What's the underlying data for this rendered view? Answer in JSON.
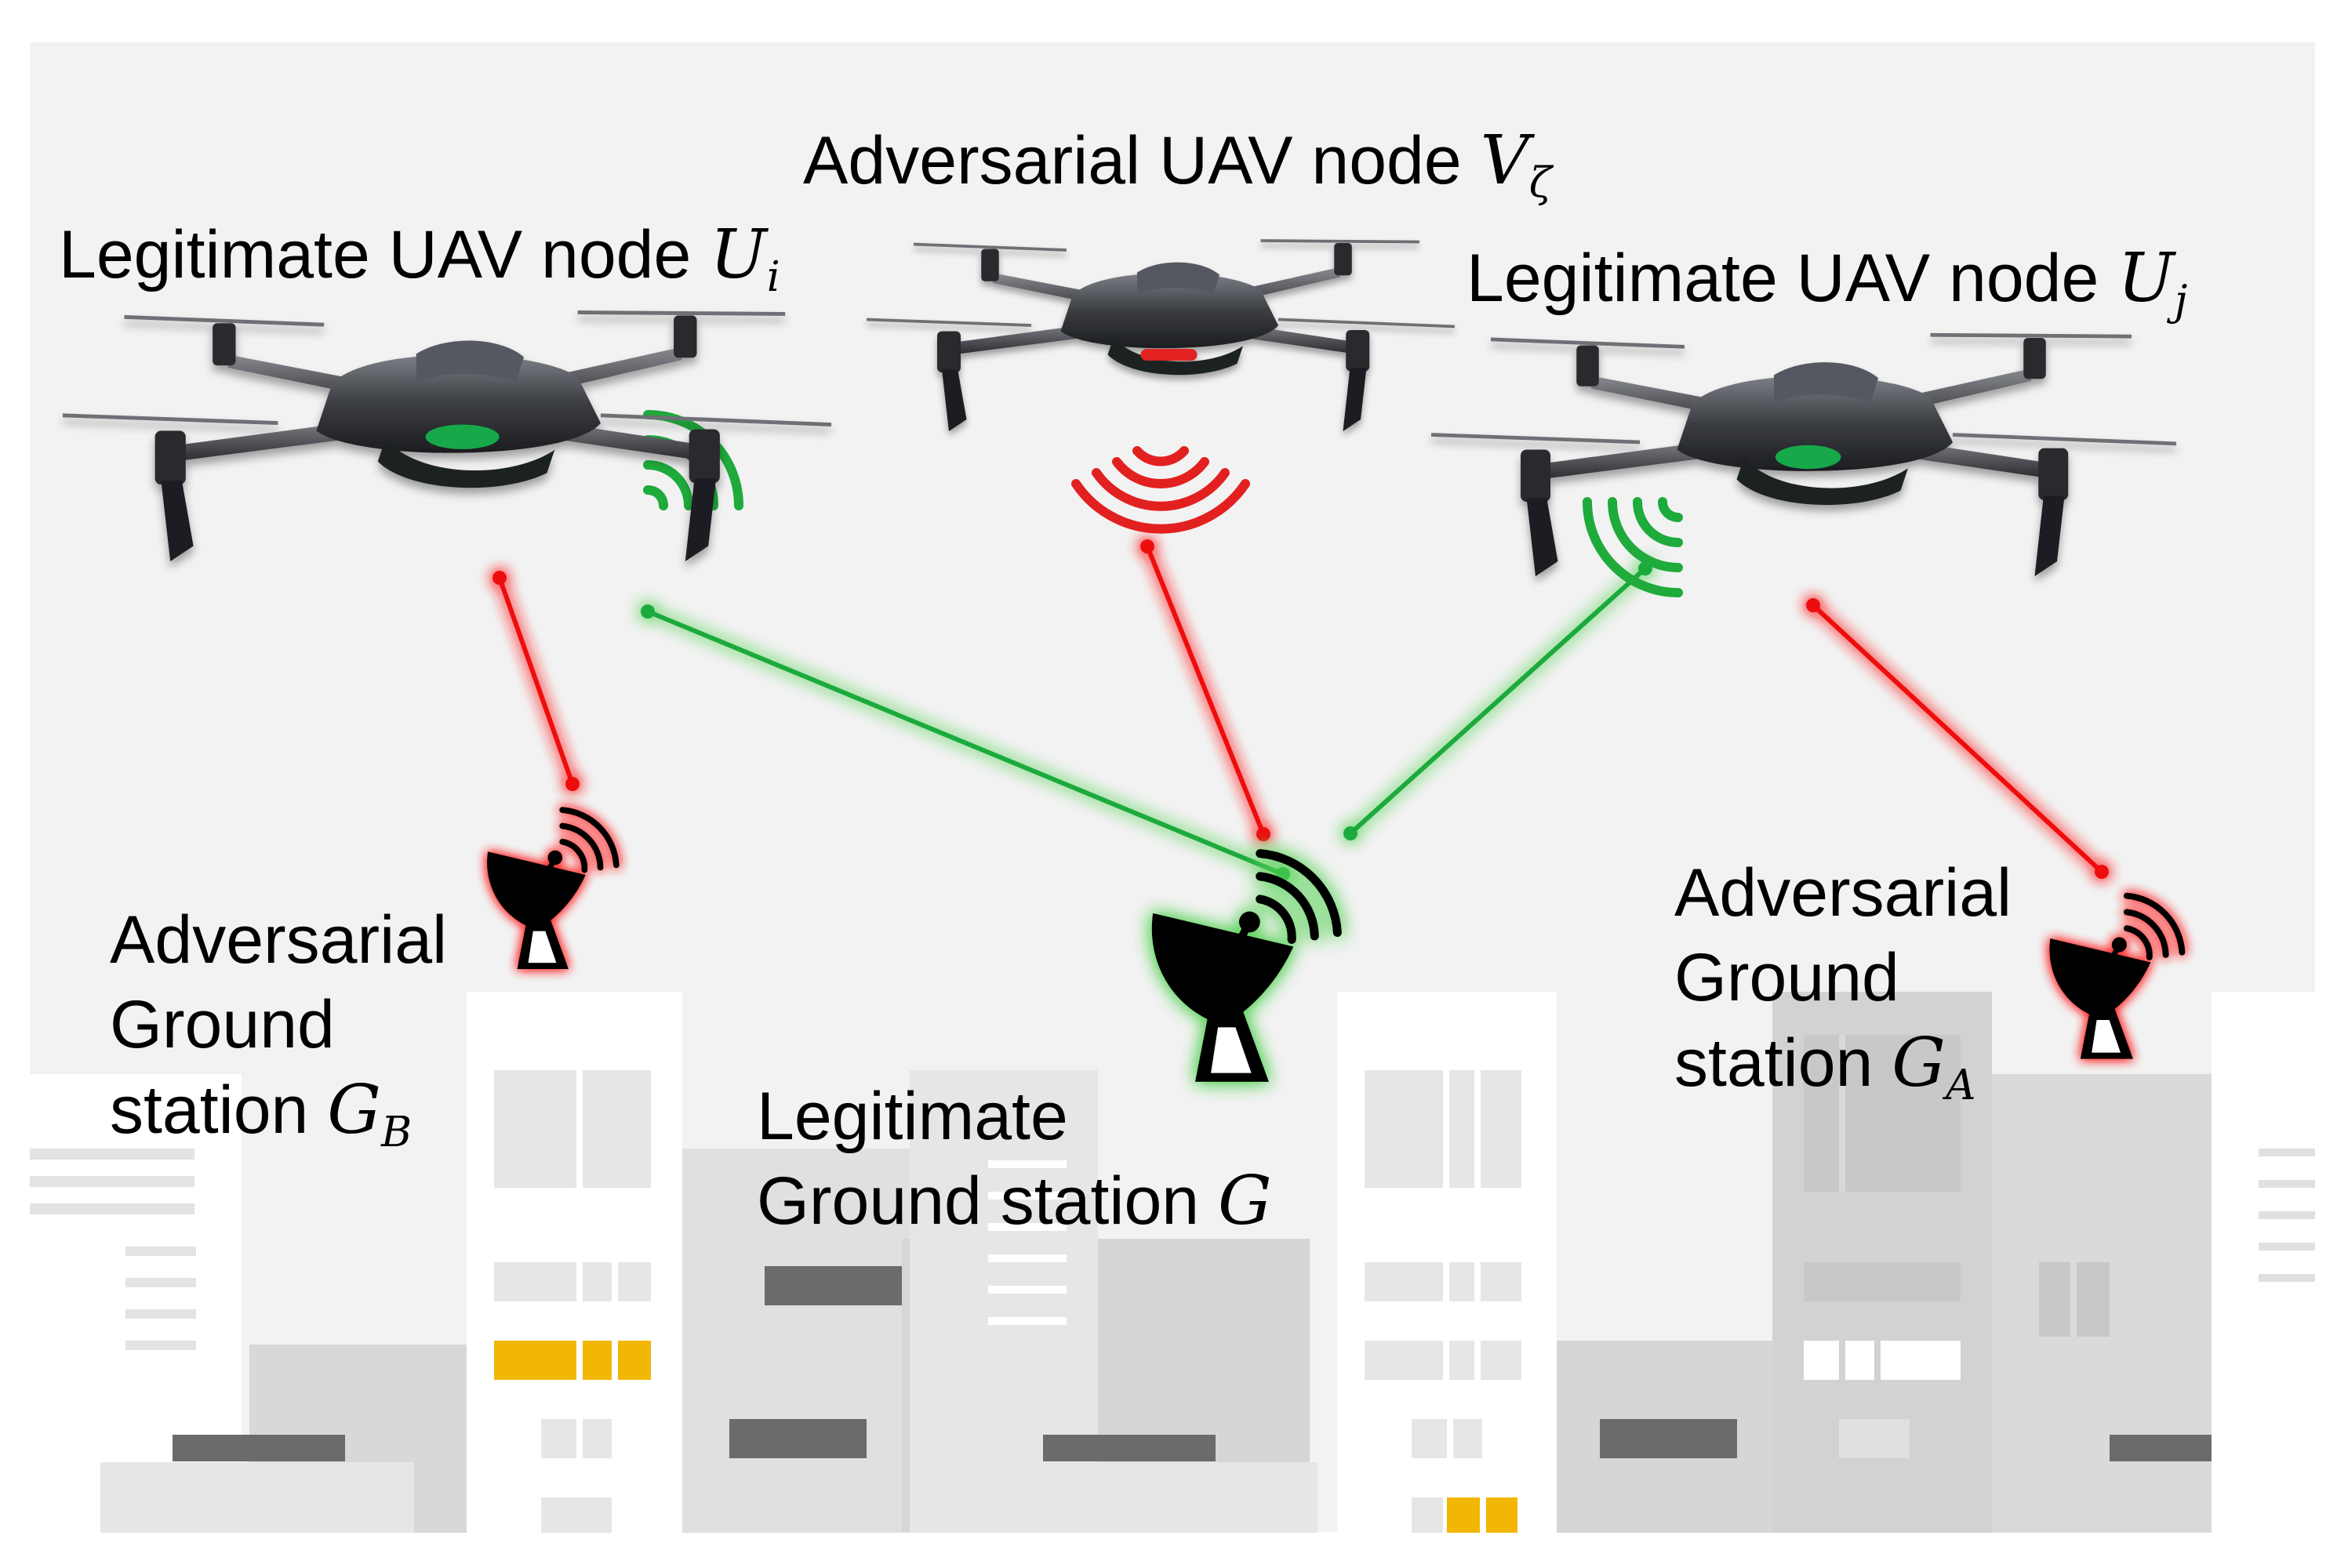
{
  "colors": {
    "background": "#f2f2f2",
    "legitimate_link": "#1faa3c",
    "adversarial_link": "#ee1111",
    "legit_glow": "#5cd35c",
    "adv_glow": "#ff2a2a",
    "building_white": "#ffffff",
    "building_light": "#e6e6e6",
    "building_mid": "#d2d2d2",
    "building_dark": "#6b6b6b",
    "window_yellow": "#f2b705",
    "drone_body": "#3b3d42",
    "legit_led": "#13a84a",
    "adv_led": "#e32020"
  },
  "labels": {
    "adversarial_uav": {
      "text": "Adversarial UAV node ",
      "var": "V",
      "sub": "ζ"
    },
    "legit_uav_i": {
      "text": "Legitimate UAV node ",
      "var": "U",
      "sub": "i"
    },
    "legit_uav_j": {
      "text": "Legitimate UAV node ",
      "var": "U",
      "sub": "j"
    },
    "adv_ground_b": {
      "line1": "Adversarial",
      "line2": "Ground",
      "line3": "station ",
      "var": "G",
      "sub": "B"
    },
    "legit_ground": {
      "line1": "Legitimate",
      "line2": "Ground station ",
      "var": "G"
    },
    "adv_ground_a": {
      "line1": "Adversarial",
      "line2": "Ground",
      "line3": "station ",
      "var": "G",
      "sub": "A"
    }
  },
  "icons": {
    "uav": "quadcopter-drone-icon",
    "dish": "satellite-dish-icon",
    "signal": "wireless-signal-icon"
  }
}
